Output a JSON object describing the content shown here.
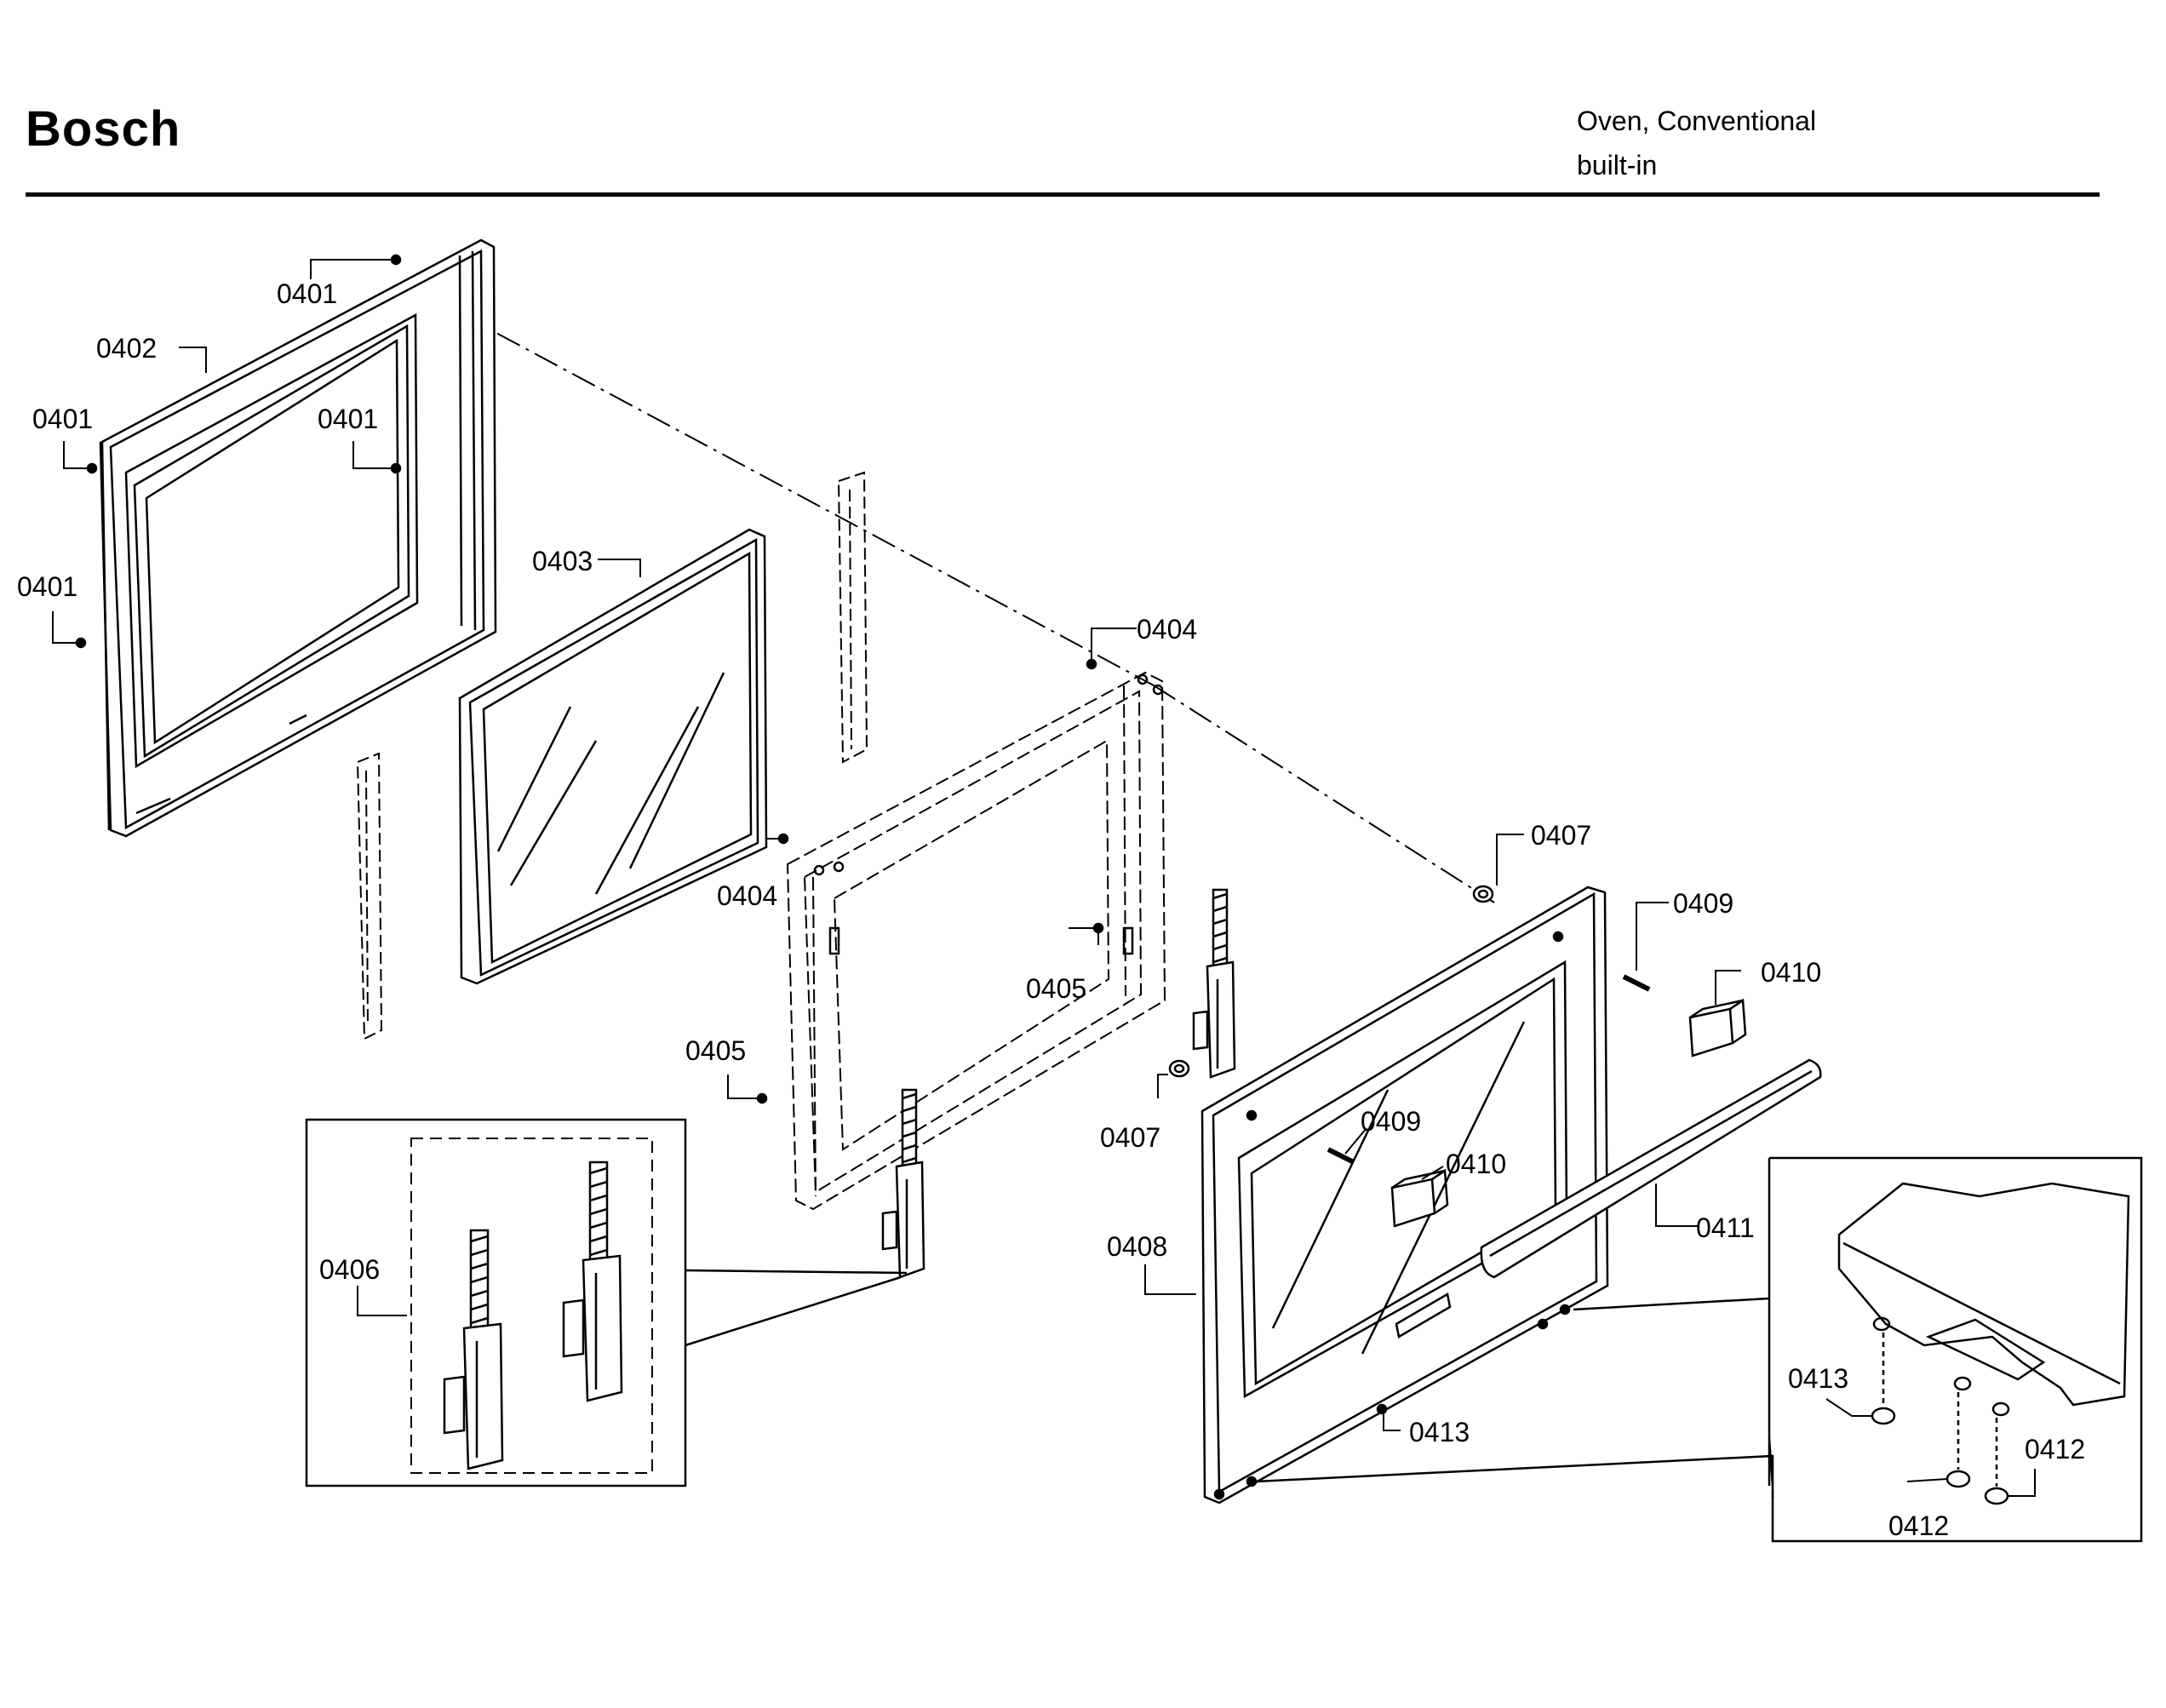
{
  "header": {
    "brand": "Bosch",
    "product_line1": "Oven, Conventional",
    "product_line2": "built-in"
  },
  "callouts": [
    {
      "id": "c1",
      "label": "0401"
    },
    {
      "id": "c2",
      "label": "0402"
    },
    {
      "id": "c3",
      "label": "0401"
    },
    {
      "id": "c4",
      "label": "0401"
    },
    {
      "id": "c5",
      "label": "0401"
    },
    {
      "id": "c6",
      "label": "0403"
    },
    {
      "id": "c7",
      "label": "0404"
    },
    {
      "id": "c8",
      "label": "0404"
    },
    {
      "id": "c9",
      "label": "0405"
    },
    {
      "id": "c10",
      "label": "0405"
    },
    {
      "id": "c11",
      "label": "0406"
    },
    {
      "id": "c12",
      "label": "0407"
    },
    {
      "id": "c13",
      "label": "0407"
    },
    {
      "id": "c14",
      "label": "0409"
    },
    {
      "id": "c15",
      "label": "0409"
    },
    {
      "id": "c16",
      "label": "0410"
    },
    {
      "id": "c17",
      "label": "0410"
    },
    {
      "id": "c18",
      "label": "0408"
    },
    {
      "id": "c19",
      "label": "0411"
    },
    {
      "id": "c20",
      "label": "0413"
    },
    {
      "id": "c21",
      "label": "0413"
    },
    {
      "id": "c22",
      "label": "0412"
    },
    {
      "id": "c23",
      "label": "0412"
    }
  ]
}
